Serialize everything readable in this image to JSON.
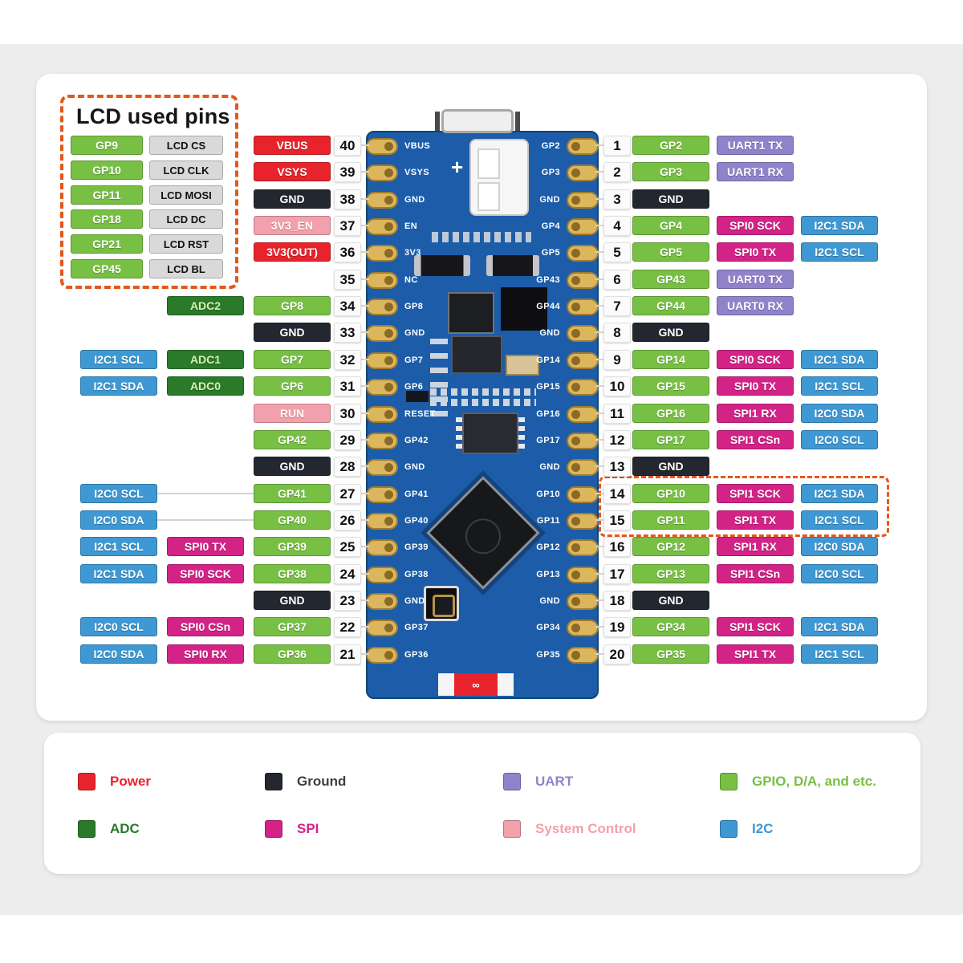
{
  "lcd_panel": {
    "title": "LCD used pins",
    "rows": [
      {
        "gpio": "GP9",
        "label": "LCD CS"
      },
      {
        "gpio": "GP10",
        "label": "LCD CLK"
      },
      {
        "gpio": "GP11",
        "label": "LCD MOSI"
      },
      {
        "gpio": "GP18",
        "label": "LCD DC"
      },
      {
        "gpio": "GP21",
        "label": "LCD RST"
      },
      {
        "gpio": "GP45",
        "label": "LCD BL"
      }
    ]
  },
  "left_pins": [
    {
      "pin": 40,
      "labels": [
        {
          "text": "VBUS",
          "type": "power",
          "col": 0
        }
      ]
    },
    {
      "pin": 39,
      "labels": [
        {
          "text": "VSYS",
          "type": "power",
          "col": 0
        }
      ]
    },
    {
      "pin": 38,
      "labels": [
        {
          "text": "GND",
          "type": "ground",
          "col": 0
        }
      ]
    },
    {
      "pin": 37,
      "labels": [
        {
          "text": "3V3_EN",
          "type": "sysctl",
          "col": 0
        }
      ]
    },
    {
      "pin": 36,
      "labels": [
        {
          "text": "3V3(OUT)",
          "type": "power",
          "col": 0
        }
      ]
    },
    {
      "pin": 35,
      "labels": []
    },
    {
      "pin": 34,
      "labels": [
        {
          "text": "ADC2",
          "type": "adc",
          "col": 1
        },
        {
          "text": "GP8",
          "type": "gpio",
          "col": 0
        }
      ]
    },
    {
      "pin": 33,
      "labels": [
        {
          "text": "GND",
          "type": "ground",
          "col": 0
        }
      ]
    },
    {
      "pin": 32,
      "labels": [
        {
          "text": "I2C1 SCL",
          "type": "i2c",
          "col": 2
        },
        {
          "text": "ADC1",
          "type": "adc",
          "col": 1
        },
        {
          "text": "GP7",
          "type": "gpio",
          "col": 0
        }
      ]
    },
    {
      "pin": 31,
      "labels": [
        {
          "text": "I2C1 SDA",
          "type": "i2c",
          "col": 2
        },
        {
          "text": "ADC0",
          "type": "adc",
          "col": 1
        },
        {
          "text": "GP6",
          "type": "gpio",
          "col": 0
        }
      ]
    },
    {
      "pin": 30,
      "labels": [
        {
          "text": "RUN",
          "type": "sysctl",
          "col": 0
        }
      ]
    },
    {
      "pin": 29,
      "labels": [
        {
          "text": "GP42",
          "type": "gpio",
          "col": 0
        }
      ]
    },
    {
      "pin": 28,
      "labels": [
        {
          "text": "GND",
          "type": "ground",
          "col": 0
        }
      ]
    },
    {
      "pin": 27,
      "labels": [
        {
          "text": "I2C0 SCL",
          "type": "i2c",
          "col": 2
        },
        {
          "text": "GP41",
          "type": "gpio",
          "col": 0
        }
      ],
      "gap_line": true
    },
    {
      "pin": 26,
      "labels": [
        {
          "text": "I2C0 SDA",
          "type": "i2c",
          "col": 2
        },
        {
          "text": "GP40",
          "type": "gpio",
          "col": 0
        }
      ],
      "gap_line": true
    },
    {
      "pin": 25,
      "labels": [
        {
          "text": "I2C1 SCL",
          "type": "i2c",
          "col": 2
        },
        {
          "text": "SPI0 TX",
          "type": "spi",
          "col": 1
        },
        {
          "text": "GP39",
          "type": "gpio",
          "col": 0
        }
      ]
    },
    {
      "pin": 24,
      "labels": [
        {
          "text": "I2C1 SDA",
          "type": "i2c",
          "col": 2
        },
        {
          "text": "SPI0 SCK",
          "type": "spi",
          "col": 1
        },
        {
          "text": "GP38",
          "type": "gpio",
          "col": 0
        }
      ]
    },
    {
      "pin": 23,
      "labels": [
        {
          "text": "GND",
          "type": "ground",
          "col": 0
        }
      ]
    },
    {
      "pin": 22,
      "labels": [
        {
          "text": "I2C0 SCL",
          "type": "i2c",
          "col": 2
        },
        {
          "text": "SPI0 CSn",
          "type": "spi",
          "col": 1
        },
        {
          "text": "GP37",
          "type": "gpio",
          "col": 0
        }
      ]
    },
    {
      "pin": 21,
      "labels": [
        {
          "text": "I2C0 SDA",
          "type": "i2c",
          "col": 2
        },
        {
          "text": "SPI0 RX",
          "type": "spi",
          "col": 1
        },
        {
          "text": "GP36",
          "type": "gpio",
          "col": 0
        }
      ]
    }
  ],
  "right_pins": [
    {
      "pin": 1,
      "labels": [
        {
          "text": "GP2",
          "type": "gpio",
          "col": 0
        },
        {
          "text": "UART1 TX",
          "type": "uart",
          "col": 1
        }
      ]
    },
    {
      "pin": 2,
      "labels": [
        {
          "text": "GP3",
          "type": "gpio",
          "col": 0
        },
        {
          "text": "UART1 RX",
          "type": "uart",
          "col": 1
        }
      ]
    },
    {
      "pin": 3,
      "labels": [
        {
          "text": "GND",
          "type": "ground",
          "col": 0
        }
      ]
    },
    {
      "pin": 4,
      "labels": [
        {
          "text": "GP4",
          "type": "gpio",
          "col": 0
        },
        {
          "text": "SPI0 SCK",
          "type": "spi",
          "col": 1
        },
        {
          "text": "I2C1 SDA",
          "type": "i2c",
          "col": 2
        }
      ]
    },
    {
      "pin": 5,
      "labels": [
        {
          "text": "GP5",
          "type": "gpio",
          "col": 0
        },
        {
          "text": "SPI0 TX",
          "type": "spi",
          "col": 1
        },
        {
          "text": "I2C1 SCL",
          "type": "i2c",
          "col": 2
        }
      ]
    },
    {
      "pin": 6,
      "labels": [
        {
          "text": "GP43",
          "type": "gpio",
          "col": 0
        },
        {
          "text": "UART0 TX",
          "type": "uart",
          "col": 1
        }
      ]
    },
    {
      "pin": 7,
      "labels": [
        {
          "text": "GP44",
          "type": "gpio",
          "col": 0
        },
        {
          "text": "UART0 RX",
          "type": "uart",
          "col": 1
        }
      ]
    },
    {
      "pin": 8,
      "labels": [
        {
          "text": "GND",
          "type": "ground",
          "col": 0
        }
      ]
    },
    {
      "pin": 9,
      "labels": [
        {
          "text": "GP14",
          "type": "gpio",
          "col": 0
        },
        {
          "text": "SPI0 SCK",
          "type": "spi",
          "col": 1
        },
        {
          "text": "I2C1 SDA",
          "type": "i2c",
          "col": 2
        }
      ]
    },
    {
      "pin": 10,
      "labels": [
        {
          "text": "GP15",
          "type": "gpio",
          "col": 0
        },
        {
          "text": "SPI0 TX",
          "type": "spi",
          "col": 1
        },
        {
          "text": "I2C1 SCL",
          "type": "i2c",
          "col": 2
        }
      ]
    },
    {
      "pin": 11,
      "labels": [
        {
          "text": "GP16",
          "type": "gpio",
          "col": 0
        },
        {
          "text": "SPI1 RX",
          "type": "spi",
          "col": 1
        },
        {
          "text": "I2C0 SDA",
          "type": "i2c",
          "col": 2
        }
      ]
    },
    {
      "pin": 12,
      "labels": [
        {
          "text": "GP17",
          "type": "gpio",
          "col": 0
        },
        {
          "text": "SPI1 CSn",
          "type": "spi",
          "col": 1
        },
        {
          "text": "I2C0 SCL",
          "type": "i2c",
          "col": 2
        }
      ]
    },
    {
      "pin": 13,
      "labels": [
        {
          "text": "GND",
          "type": "ground",
          "col": 0
        }
      ]
    },
    {
      "pin": 14,
      "labels": [
        {
          "text": "GP10",
          "type": "gpio",
          "col": 0
        },
        {
          "text": "SPI1 SCK",
          "type": "spi",
          "col": 1
        },
        {
          "text": "I2C1 SDA",
          "type": "i2c",
          "col": 2
        }
      ],
      "highlight": true
    },
    {
      "pin": 15,
      "labels": [
        {
          "text": "GP11",
          "type": "gpio",
          "col": 0
        },
        {
          "text": "SPI1 TX",
          "type": "spi",
          "col": 1
        },
        {
          "text": "I2C1 SCL",
          "type": "i2c",
          "col": 2
        }
      ],
      "highlight": true
    },
    {
      "pin": 16,
      "labels": [
        {
          "text": "GP12",
          "type": "gpio",
          "col": 0
        },
        {
          "text": "SPI1 RX",
          "type": "spi",
          "col": 1
        },
        {
          "text": "I2C0 SDA",
          "type": "i2c",
          "col": 2
        }
      ]
    },
    {
      "pin": 17,
      "labels": [
        {
          "text": "GP13",
          "type": "gpio",
          "col": 0
        },
        {
          "text": "SPI1 CSn",
          "type": "spi",
          "col": 1
        },
        {
          "text": "I2C0 SCL",
          "type": "i2c",
          "col": 2
        }
      ]
    },
    {
      "pin": 18,
      "labels": [
        {
          "text": "GND",
          "type": "ground",
          "col": 0
        }
      ]
    },
    {
      "pin": 19,
      "labels": [
        {
          "text": "GP34",
          "type": "gpio",
          "col": 0
        },
        {
          "text": "SPI1 SCK",
          "type": "spi",
          "col": 1
        },
        {
          "text": "I2C1 SDA",
          "type": "i2c",
          "col": 2
        }
      ]
    },
    {
      "pin": 20,
      "labels": [
        {
          "text": "GP35",
          "type": "gpio",
          "col": 0
        },
        {
          "text": "SPI1 TX",
          "type": "spi",
          "col": 1
        },
        {
          "text": "I2C1 SCL",
          "type": "i2c",
          "col": 2
        }
      ]
    }
  ],
  "board": {
    "left_silkscreen": [
      "VBUS",
      "VSYS",
      "GND",
      "EN",
      "3V3",
      "NC",
      "GP8",
      "GND",
      "GP7",
      "GP6",
      "RESET",
      "GP42",
      "GND",
      "GP41",
      "GP40",
      "GP39",
      "GP38",
      "GND",
      "GP37",
      "GP36"
    ],
    "right_silkscreen": [
      "GP2",
      "GP3",
      "GND",
      "GP4",
      "GP5",
      "GP43",
      "GP44",
      "GND",
      "GP14",
      "GP15",
      "GP16",
      "GP17",
      "GND",
      "GP10",
      "GP11",
      "GP12",
      "GP13",
      "GND",
      "GP34",
      "GP35"
    ],
    "battery_plus": "+"
  },
  "legend": {
    "items": [
      {
        "label": "Power",
        "type": "power"
      },
      {
        "label": "Ground",
        "type": "ground"
      },
      {
        "label": "UART",
        "type": "uart"
      },
      {
        "label": "GPIO, D/A, and etc.",
        "type": "gpio"
      },
      {
        "label": "ADC",
        "type": "adc"
      },
      {
        "label": "SPI",
        "type": "spi"
      },
      {
        "label": "System Control",
        "type": "sysctl"
      },
      {
        "label": "I2C",
        "type": "i2c"
      }
    ]
  },
  "colors": {
    "power": "#e8232b",
    "ground": "#23272f",
    "sysctl": "#f2a0ab",
    "gpio": "#78c044",
    "adc": "#2a7a2a",
    "spi": "#d42387",
    "i2c": "#3e98d3",
    "uart": "#9182cc",
    "gray_tag": "#d9d9d9",
    "ground_text": "#3f3f3f",
    "dashed_accent": "#e4571b",
    "board_blue": "#1c5ca8"
  }
}
